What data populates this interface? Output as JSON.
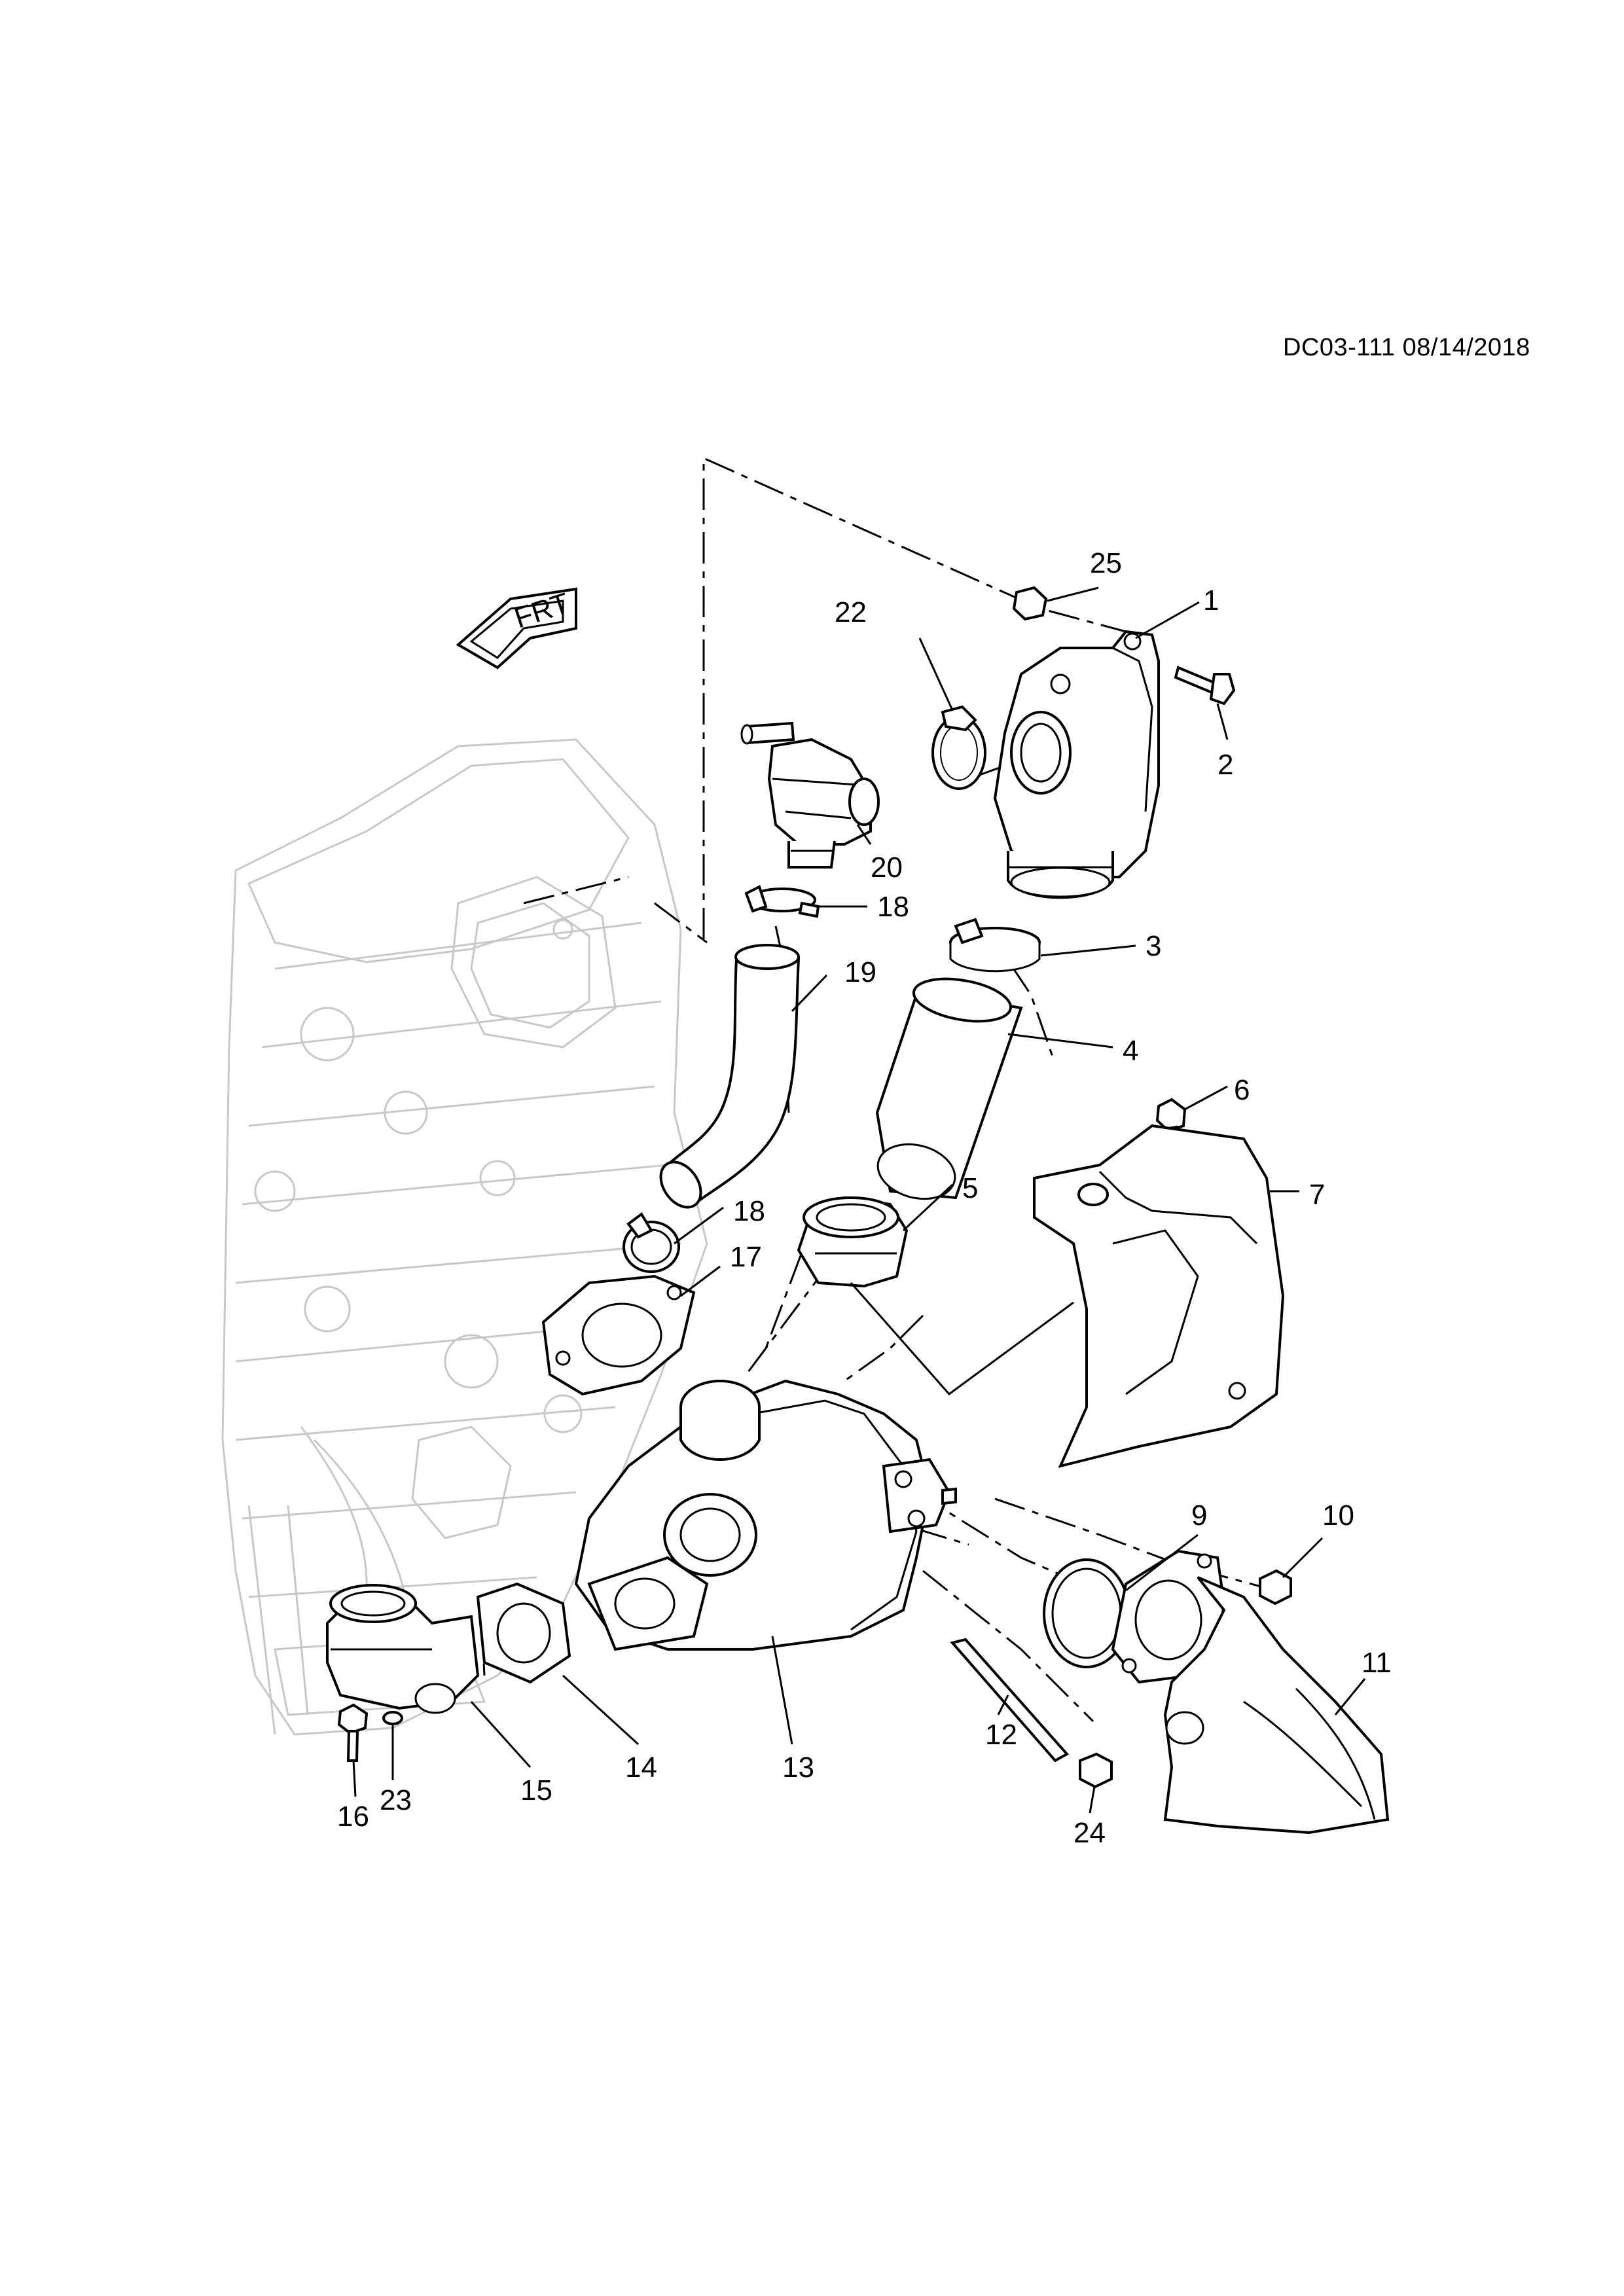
{
  "document_code": "DC03-111 08/14/2018",
  "orientation_arrow": {
    "label": "FRT"
  },
  "callouts": [
    "1",
    "2",
    "3",
    "4",
    "5",
    "6",
    "7",
    "9",
    "10",
    "11",
    "12",
    "13",
    "14",
    "15",
    "16",
    "17",
    "18",
    "19",
    "20",
    "22",
    "23",
    "24",
    "25"
  ],
  "callout_18_second": "18"
}
